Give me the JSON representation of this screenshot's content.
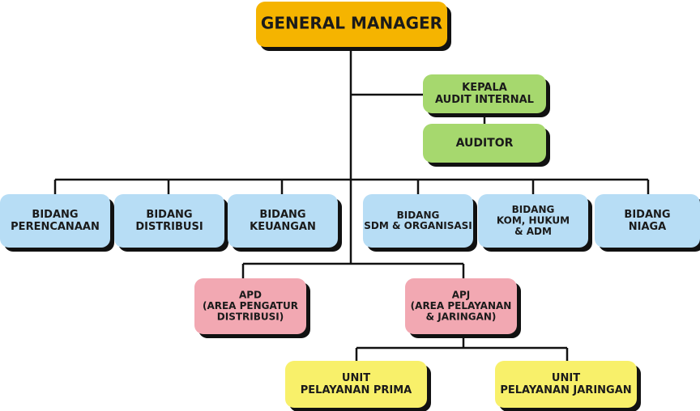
{
  "colors": {
    "gm": "#f5b400",
    "audit": "#a6d86e",
    "bidang": "#b7ddf5",
    "area": "#f2a8b2",
    "unit": "#f8f06a",
    "line": "#111111"
  },
  "general_manager": {
    "lines": [
      "GENERAL MANAGER"
    ]
  },
  "audit": {
    "kepala": {
      "lines": [
        "KEPALA",
        "AUDIT INTERNAL"
      ]
    },
    "auditor": {
      "lines": [
        "AUDITOR"
      ]
    }
  },
  "bidang": [
    {
      "lines": [
        "BIDANG",
        "PERENCANAAN"
      ]
    },
    {
      "lines": [
        "BIDANG",
        "DISTRIBUSI"
      ]
    },
    {
      "lines": [
        "BIDANG",
        "KEUANGAN"
      ]
    },
    {
      "lines": [
        "BIDANG",
        "SDM & ORGANISASI"
      ]
    },
    {
      "lines": [
        "BIDANG",
        "KOM, HUKUM",
        "& ADM"
      ]
    },
    {
      "lines": [
        "BIDANG",
        "NIAGA"
      ]
    }
  ],
  "areas": [
    {
      "lines": [
        "APD",
        "(AREA PENGATUR",
        "DISTRIBUSI)"
      ]
    },
    {
      "lines": [
        "APJ",
        "(AREA PELAYANAN",
        "& JARINGAN)"
      ]
    }
  ],
  "units": [
    {
      "lines": [
        "UNIT",
        "PELAYANAN PRIMA"
      ]
    },
    {
      "lines": [
        "UNIT",
        "PELAYANAN JARINGAN"
      ]
    }
  ]
}
